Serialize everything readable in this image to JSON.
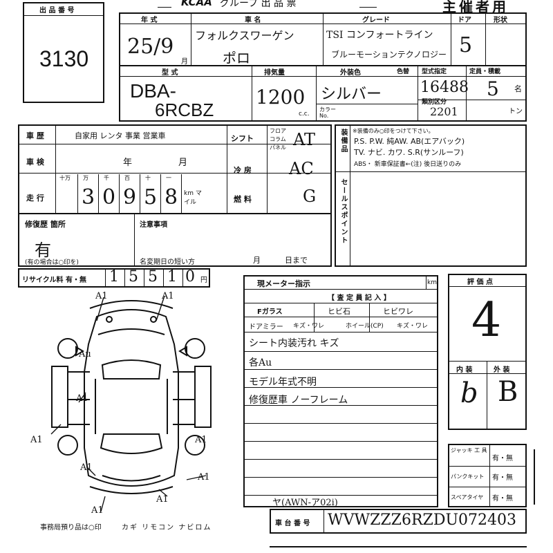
{
  "header": {
    "brand": "KCAA",
    "group_text": "グループ 出 品 票",
    "sponsor_use": "主催者用"
  },
  "lot": {
    "label": "出 品 番 号",
    "number": "3130"
  },
  "vehicle": {
    "year_label": "年 式",
    "year_value": "25/9",
    "month_unit": "月",
    "model_label": "車 名",
    "model_line1": "フォルクスワーゲン",
    "model_line2": "ポロ",
    "grade_label": "グレード",
    "grade_line1": "TSI コンフォートライン",
    "grade_line2": "ブルーモーションテクノロジー",
    "doors_label": "ドア",
    "doors_value": "5",
    "shape_label": "形状",
    "type_label": "型 式",
    "type_line1": "DBA-",
    "type_line2": "6RCBZ",
    "displacement_label": "排気量",
    "displacement_value": "1200",
    "cc_unit": "c.c.",
    "color_label": "外装色",
    "color_value": "シルバー",
    "color_no_label": "カラーNo.",
    "color_sub_label": "色替",
    "model_designation_label": "型式指定",
    "model_designation_value": "16488",
    "class_label": "類別区分",
    "class_value": "2201",
    "capacity_label": "定員・積載",
    "capacity_value": "5",
    "capacity_unit": "名",
    "ton_unit": "トン"
  },
  "history": {
    "label": "車 歴",
    "options": "自家用  レンタ  事業 営業車",
    "inspection_label": "車 検",
    "inspection_year": "年",
    "inspection_month": "月",
    "mileage_label": "走 行",
    "mileage_digit_headers": [
      "十万",
      "万",
      "千",
      "百",
      "十",
      "一"
    ],
    "mileage_digits": [
      "",
      "3",
      "0",
      "9",
      "5",
      "8"
    ],
    "mileage_unit": "km マイル",
    "shift_label": "シフト",
    "shift_options": "フロア コラム パネル",
    "shift_value": "AT",
    "ac_label": "冷 房",
    "ac_value": "AC",
    "fuel_label": "燃 料",
    "fuel_value": "G"
  },
  "equipment": {
    "label": "装備品",
    "note": "※装備のみ○印をつけて下さい。",
    "line1": "P.S. P.W. 純AW. AB(エアバック)",
    "line2": "TV. ナビ. カワ. S.R(サンルーフ)",
    "line3": "ABS・ 新車保証書←(注) 後日送りのみ"
  },
  "sales_point": {
    "label": "セールスポイント"
  },
  "repair": {
    "label": "修復歴 箇所",
    "value": "有",
    "note": "(有の場合は○印を)"
  },
  "notes": {
    "label": "注意事項",
    "name_change": "名変期日の短い方",
    "month": "月",
    "day_until": "日まで"
  },
  "recycle": {
    "label": "リサイクル料 有・無",
    "digits": [
      "1",
      "5",
      "5",
      "1",
      "0"
    ],
    "unit": "円"
  },
  "meter": {
    "label": "現メーター指示",
    "unit": "km",
    "inspector_label": "【 査 定 員 記 入 】",
    "f_glass": "Fガラス",
    "chip": "ヒビ石",
    "crack": "ヒビワレ",
    "door_mirror": "ドアミラー",
    "mirror_opts": "キズ・ワレ",
    "wheel": "ホイール(CP)",
    "wheel_opts": "キズ・ワレ"
  },
  "inspector_notes": [
    "シート内装汚れ キズ",
    "各Au",
    "モデル年式不明",
    "修復歴車 ノーフレーム"
  ],
  "shaken_note": "ヤ(AWN-ア02i)",
  "chassis": {
    "label": "車 台 番 号",
    "value": "WVWZZZ6RZDU072403"
  },
  "grade_eval": {
    "label": "評 価 点",
    "score": "4",
    "interior_label": "内 装",
    "exterior_label": "外 装",
    "interior_value": "b",
    "exterior_value": "B"
  },
  "tools": {
    "jack_label": "ジャッキ 工 具",
    "jack_opts": "有・無",
    "puncture_label": "パンクキット",
    "puncture_opts": "有・無",
    "spare_label": "スペアタイヤ",
    "spare_opts": "有・無"
  },
  "diagram": {
    "damage_marks": [
      "A1",
      "A1",
      "Au",
      "A1",
      "A1",
      "A1",
      "A1",
      "A1",
      "A1",
      "A1"
    ]
  },
  "footer": {
    "office_keys": "事務局預り品は○印",
    "items": "カギ リモコン ナビロム"
  }
}
